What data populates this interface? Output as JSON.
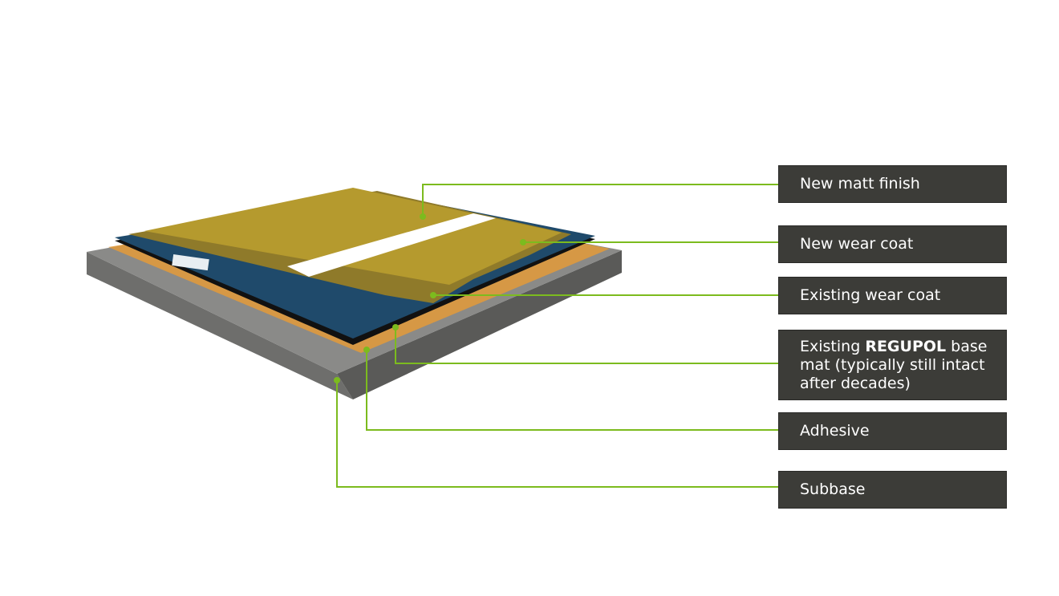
{
  "labels": [
    {
      "id": "new-matt-finish",
      "text": "New matt finish"
    },
    {
      "id": "new-wear-coat",
      "text": "New wear coat"
    },
    {
      "id": "existing-wear-coat",
      "text": "Existing wear coat"
    },
    {
      "id": "regupol-base-mat",
      "pre": "Existing ",
      "bold": "REGUPOL",
      "post": " base mat (typically still intact after decades)"
    },
    {
      "id": "adhesive",
      "text": "Adhesive"
    },
    {
      "id": "subbase",
      "text": "Subbase"
    }
  ],
  "colors": {
    "leader": "#7cbb1e",
    "label_bg": "#3c3c38",
    "top_finish": "#b59a2e",
    "wear_coat": "#8f7a2a",
    "existing_coat": "#1f4a6b",
    "adhesive": "#e39a3a",
    "subbase": "#7a7a78"
  }
}
